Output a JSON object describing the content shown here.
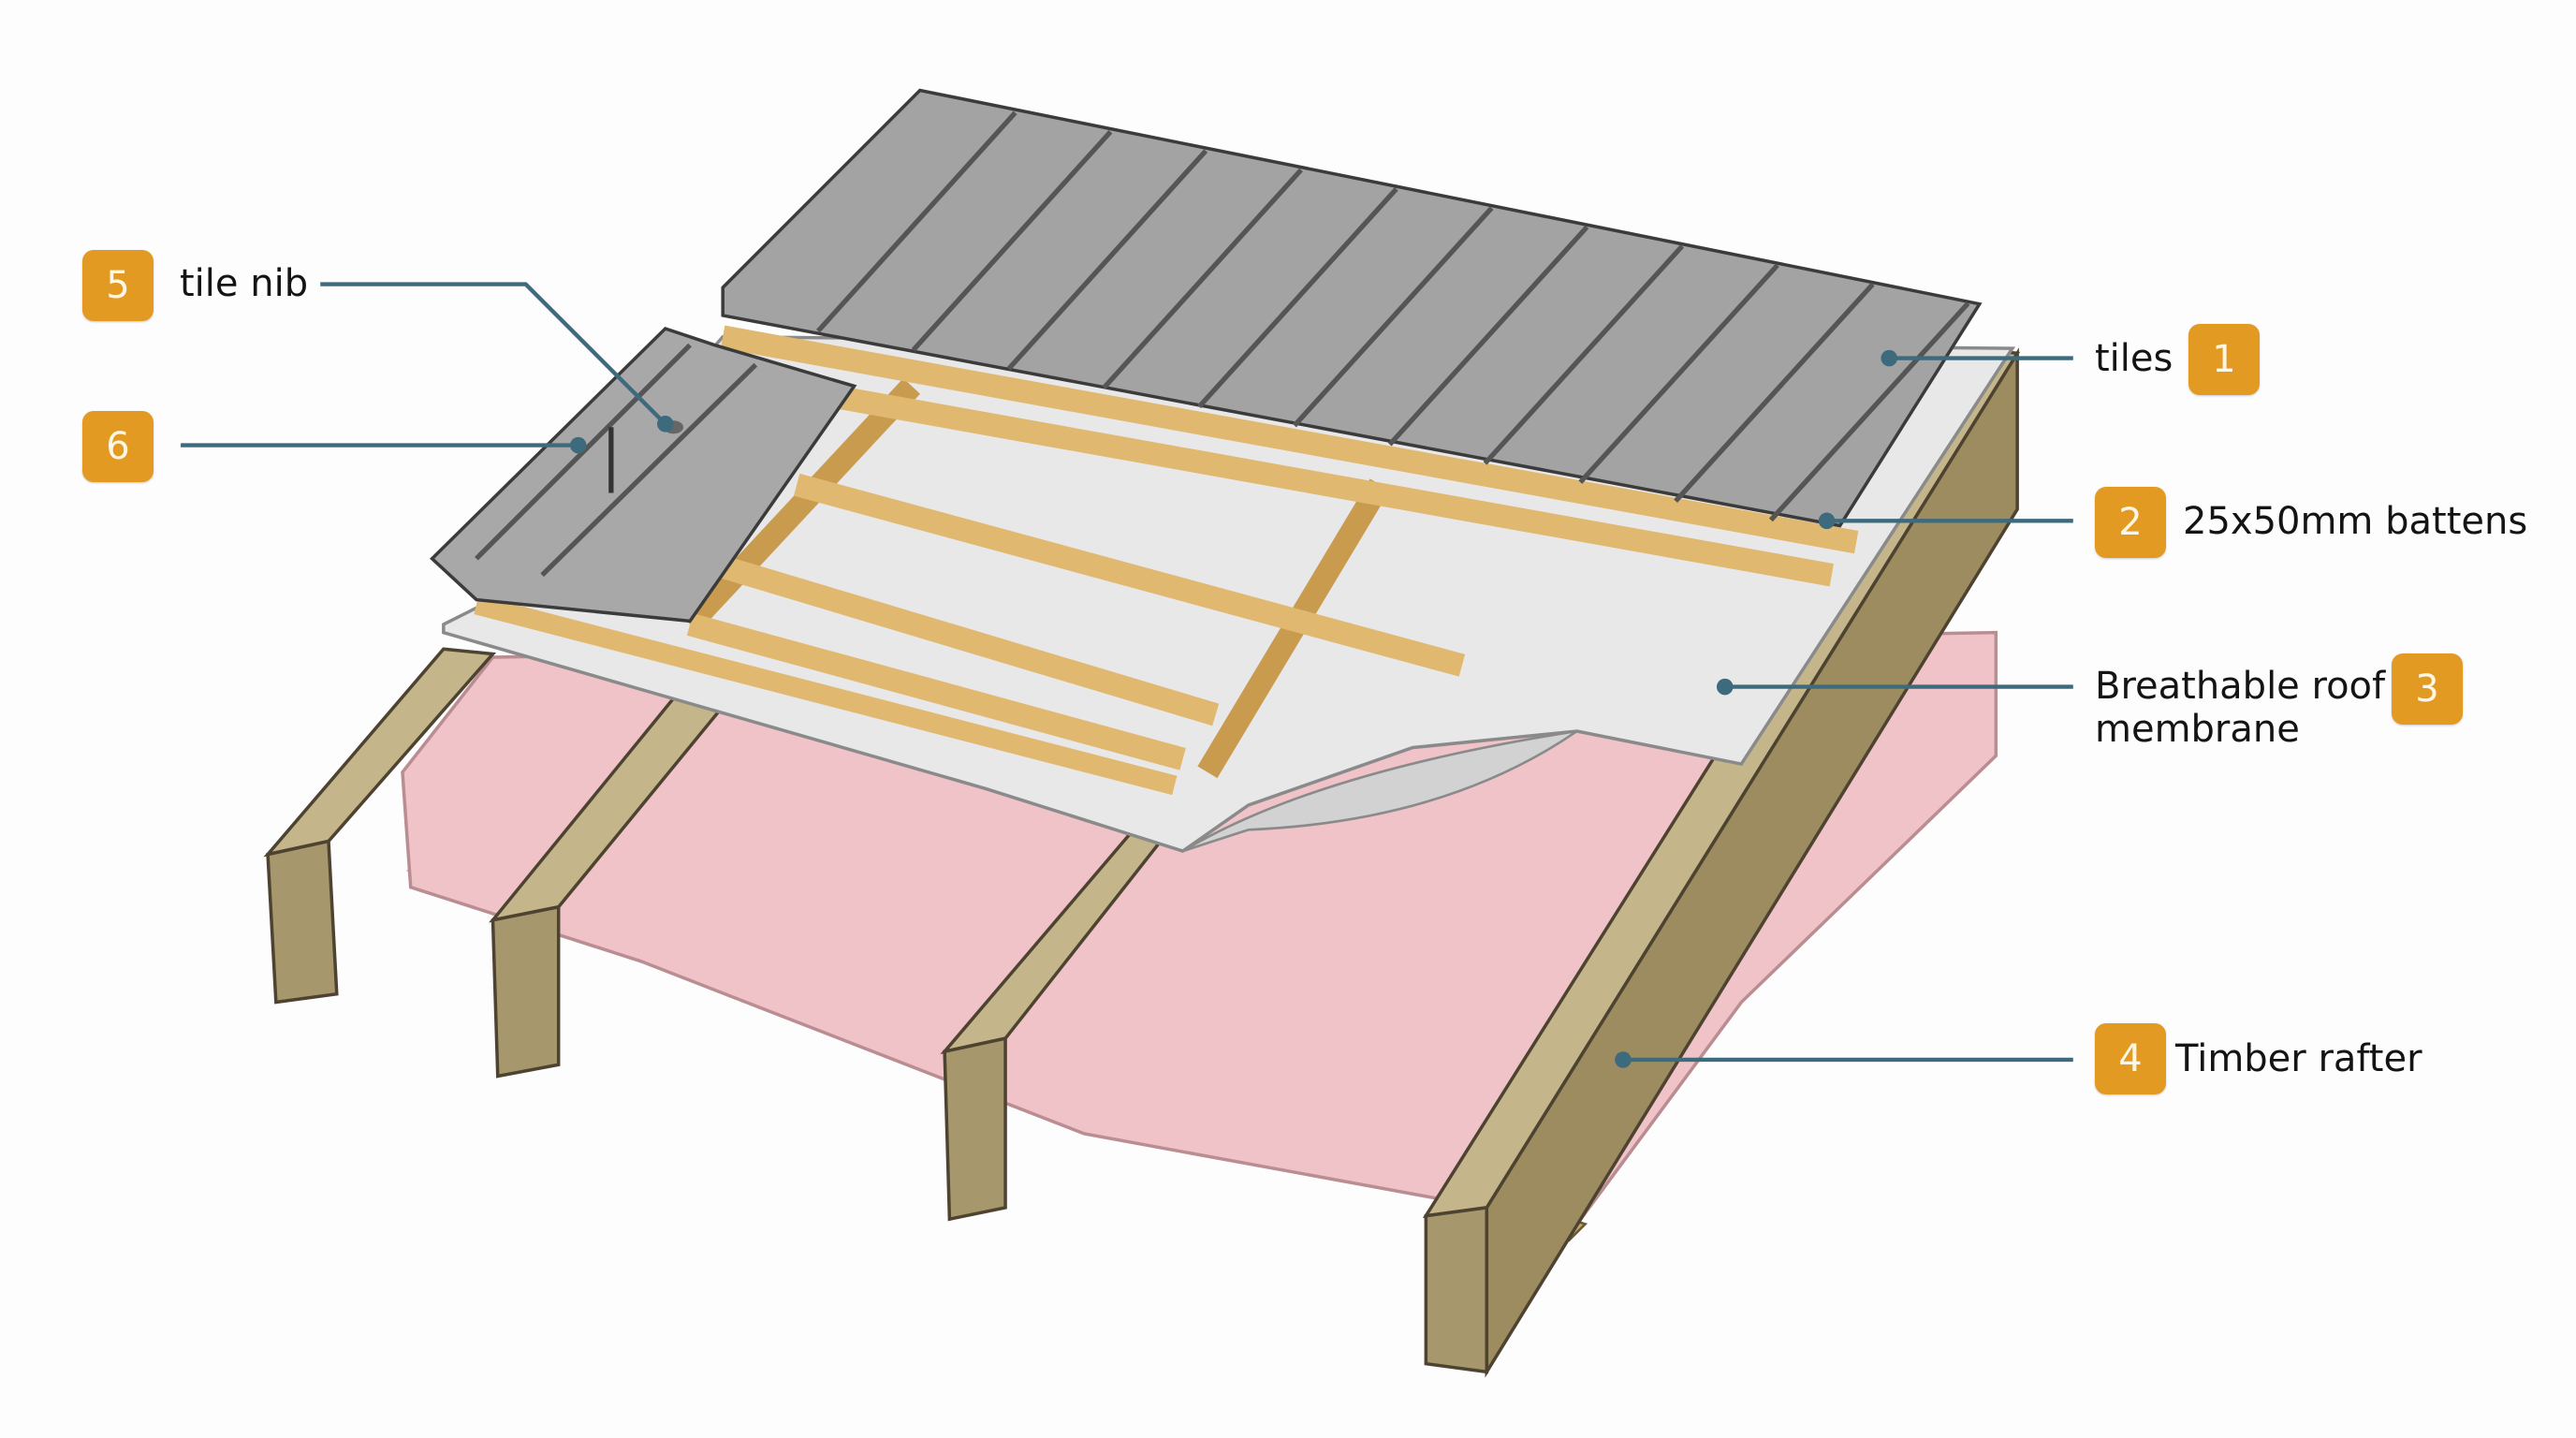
{
  "colors": {
    "badge": "#e39a22",
    "leader": "#3d6b7d",
    "tiles": "#9a9a9a",
    "battens": "#e0b870",
    "membrane": "#e8e8e8",
    "insulation": "#f0c3c8",
    "rafter": "#a99a6e"
  },
  "callouts": [
    {
      "number": "1",
      "label": "tiles"
    },
    {
      "number": "2",
      "label": "25x50mm battens"
    },
    {
      "number": "3",
      "label": "Breathable roof",
      "label2": "membrane"
    },
    {
      "number": "4",
      "label": "Timber rafter"
    },
    {
      "number": "5",
      "label": "tile nib"
    },
    {
      "number": "6",
      "label": ""
    }
  ]
}
